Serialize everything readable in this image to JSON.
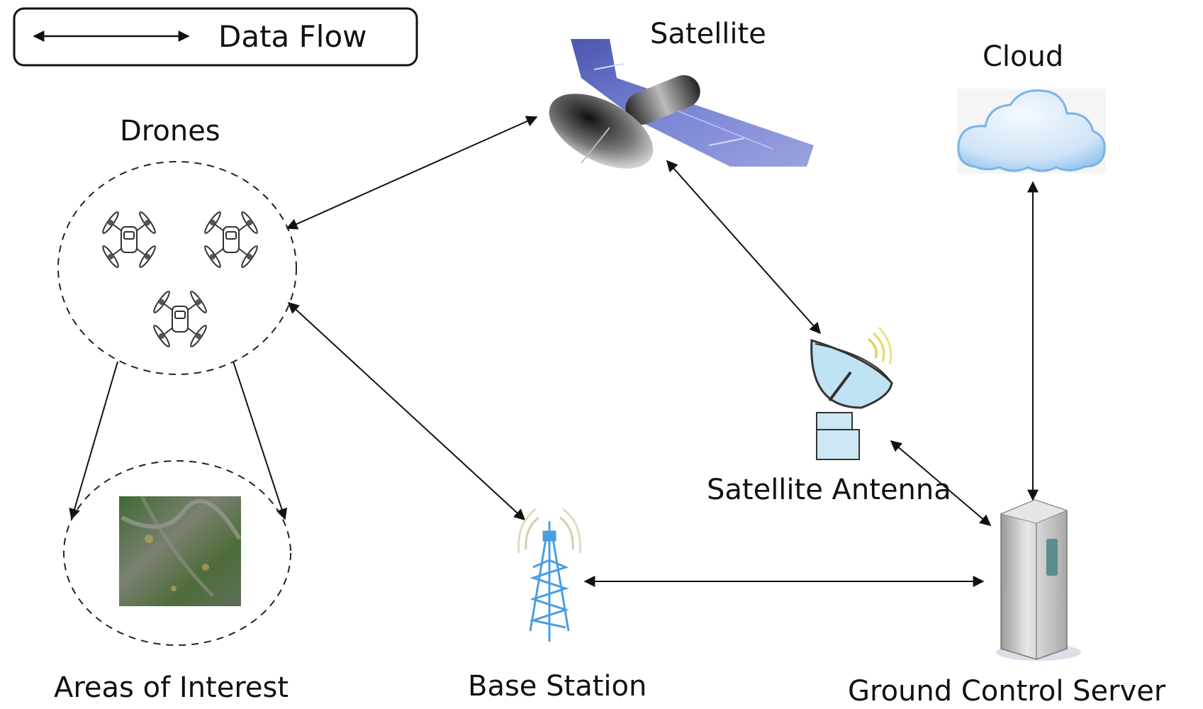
{
  "legend": {
    "label": "Data Flow",
    "symbol": "double-headed-arrow"
  },
  "nodes": {
    "drones": {
      "label": "Drones",
      "count": 3,
      "icon": "drone-icon"
    },
    "satellite": {
      "label": "Satellite",
      "icon": "satellite-icon"
    },
    "cloud": {
      "label": "Cloud",
      "icon": "cloud-icon"
    },
    "satellite_antenna": {
      "label": "Satellite Antenna",
      "icon": "satellite-dish-icon"
    },
    "areas_of_interest": {
      "label": "Areas of Interest",
      "icon": "aerial-map-image"
    },
    "base_station": {
      "label": "Base Station",
      "icon": "cell-tower-icon"
    },
    "ground_control_server": {
      "label": "Ground Control Server",
      "icon": "server-icon"
    }
  },
  "edges": [
    {
      "from": "drones",
      "to": "satellite",
      "direction": "bidirectional"
    },
    {
      "from": "drones",
      "to": "base_station",
      "direction": "bidirectional"
    },
    {
      "from": "drones",
      "to": "areas_of_interest",
      "direction": "one-way"
    },
    {
      "from": "drones",
      "to": "areas_of_interest",
      "direction": "one-way"
    },
    {
      "from": "satellite",
      "to": "satellite_antenna",
      "direction": "bidirectional"
    },
    {
      "from": "satellite_antenna",
      "to": "ground_control_server",
      "direction": "bidirectional"
    },
    {
      "from": "cloud",
      "to": "ground_control_server",
      "direction": "bidirectional"
    },
    {
      "from": "base_station",
      "to": "ground_control_server",
      "direction": "bidirectional"
    }
  ],
  "colors": {
    "line": "#111111",
    "solar_panel": "#5a63b8",
    "tower": "#4a9ee0",
    "cloud": "#cfe6fa",
    "dish": "#bfe3f3",
    "server": "#c9c9c9"
  }
}
